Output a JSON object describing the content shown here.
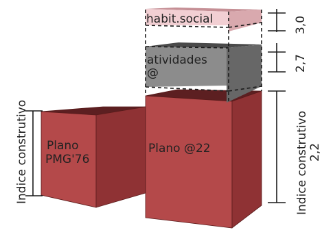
{
  "left_block": {
    "label_line1": "Plano",
    "label_line2": "PMG'76"
  },
  "right_block": {
    "label": "Plano @22"
  },
  "layer_atividades": {
    "label_line1": "atividades",
    "label_line2": "@"
  },
  "layer_habit": {
    "label": "habit.social"
  },
  "left_dimension": {
    "label": "Indice construtivo"
  },
  "right_dimension": {
    "label_line1": "Indice construtivo",
    "label_line2": "2,2"
  },
  "dim_atividades": {
    "value": "2,7"
  },
  "dim_habit": {
    "value": "3,0"
  },
  "colors": {
    "block_front": "#b4494a",
    "block_side": "#8f3234",
    "block_top": "#5c1f21",
    "atividades_front": "#8c8c8c",
    "atividades_side": "#676767",
    "atividades_top": "#4a4a4a",
    "habit_front": "#f2cfd3",
    "habit_side": "#d9a9ae",
    "habit_top": "#c58f95"
  }
}
